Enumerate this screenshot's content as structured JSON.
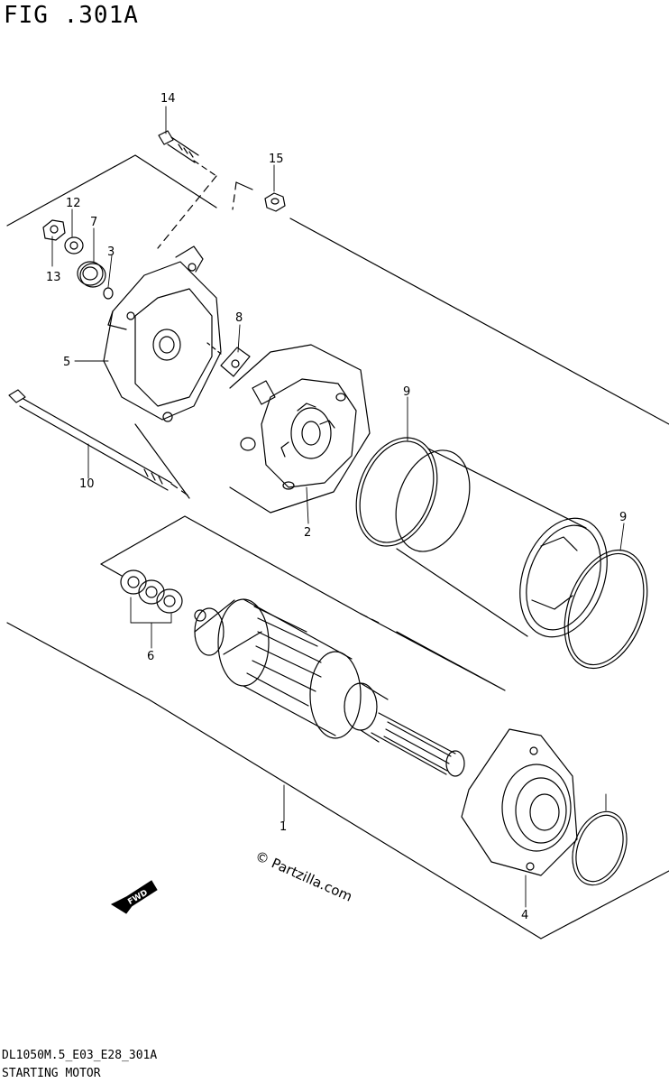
{
  "figure": {
    "title": "FIG .301A",
    "code": "DL1050M.5_E03_E28_301A",
    "name": "STARTING MOTOR"
  },
  "watermark": "© Partzilla.com",
  "forward_arrow_label": "FWD",
  "callouts": {
    "c1": "1",
    "c2": "2",
    "c3": "3",
    "c4": "4",
    "c5": "5",
    "c6": "6",
    "c7": "7",
    "c8": "8",
    "c9a": "9",
    "c9b": "9",
    "c10": "10",
    "c12": "12",
    "c13": "13",
    "c14": "14",
    "c15": "15"
  }
}
